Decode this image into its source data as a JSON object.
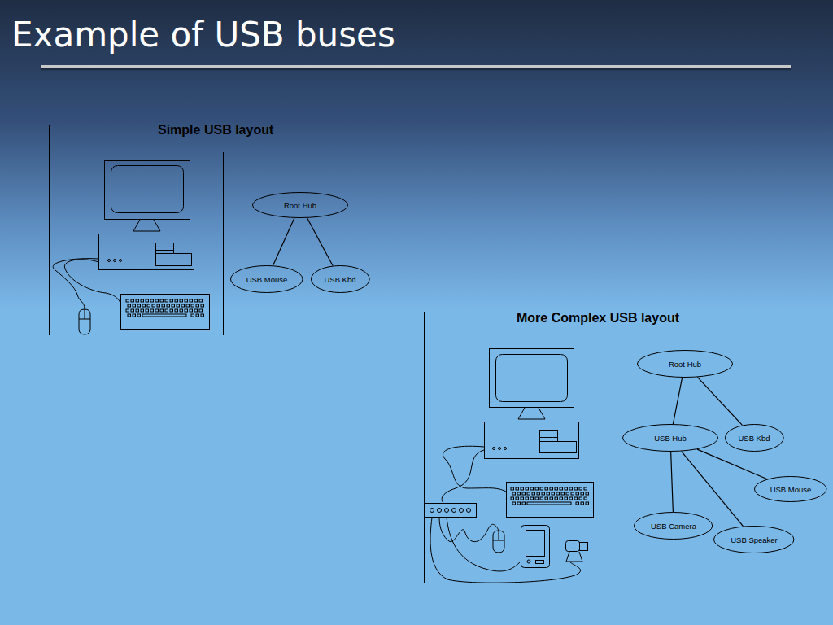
{
  "diagram": {
    "title": "Example of USB buses",
    "nodes": [
      {
        "text": [
          "Root Hub"
        ]
      },
      {
        "text": [
          "USB Mouse"
        ]
      },
      {
        "text": [
          "USB Kbd"
        ]
      },
      {
        "text": [
          "Root Hub"
        ]
      },
      {
        "text": [
          "USB Hub"
        ]
      },
      {
        "text": [
          "USB Kbd"
        ]
      },
      {
        "text": [
          "USB Mouse"
        ]
      },
      {
        "text": [
          "USB Camera"
        ]
      },
      {
        "text": [
          "USB Speaker"
        ]
      }
    ],
    "edges": [
      {
        "from": 0,
        "to": 1,
        "arrow": "none"
      },
      {
        "from": 0,
        "to": 2,
        "arrow": "none"
      },
      {
        "from": 3,
        "to": 4,
        "arrow": "none"
      },
      {
        "from": 3,
        "to": 5,
        "arrow": "none"
      },
      {
        "from": 4,
        "to": 6,
        "arrow": "none"
      },
      {
        "from": 4,
        "to": 7,
        "arrow": "none"
      },
      {
        "from": 4,
        "to": 8,
        "arrow": "none"
      }
    ],
    "labels": [
      "Simple USB layout",
      "More Complex USB layout"
    ]
  }
}
